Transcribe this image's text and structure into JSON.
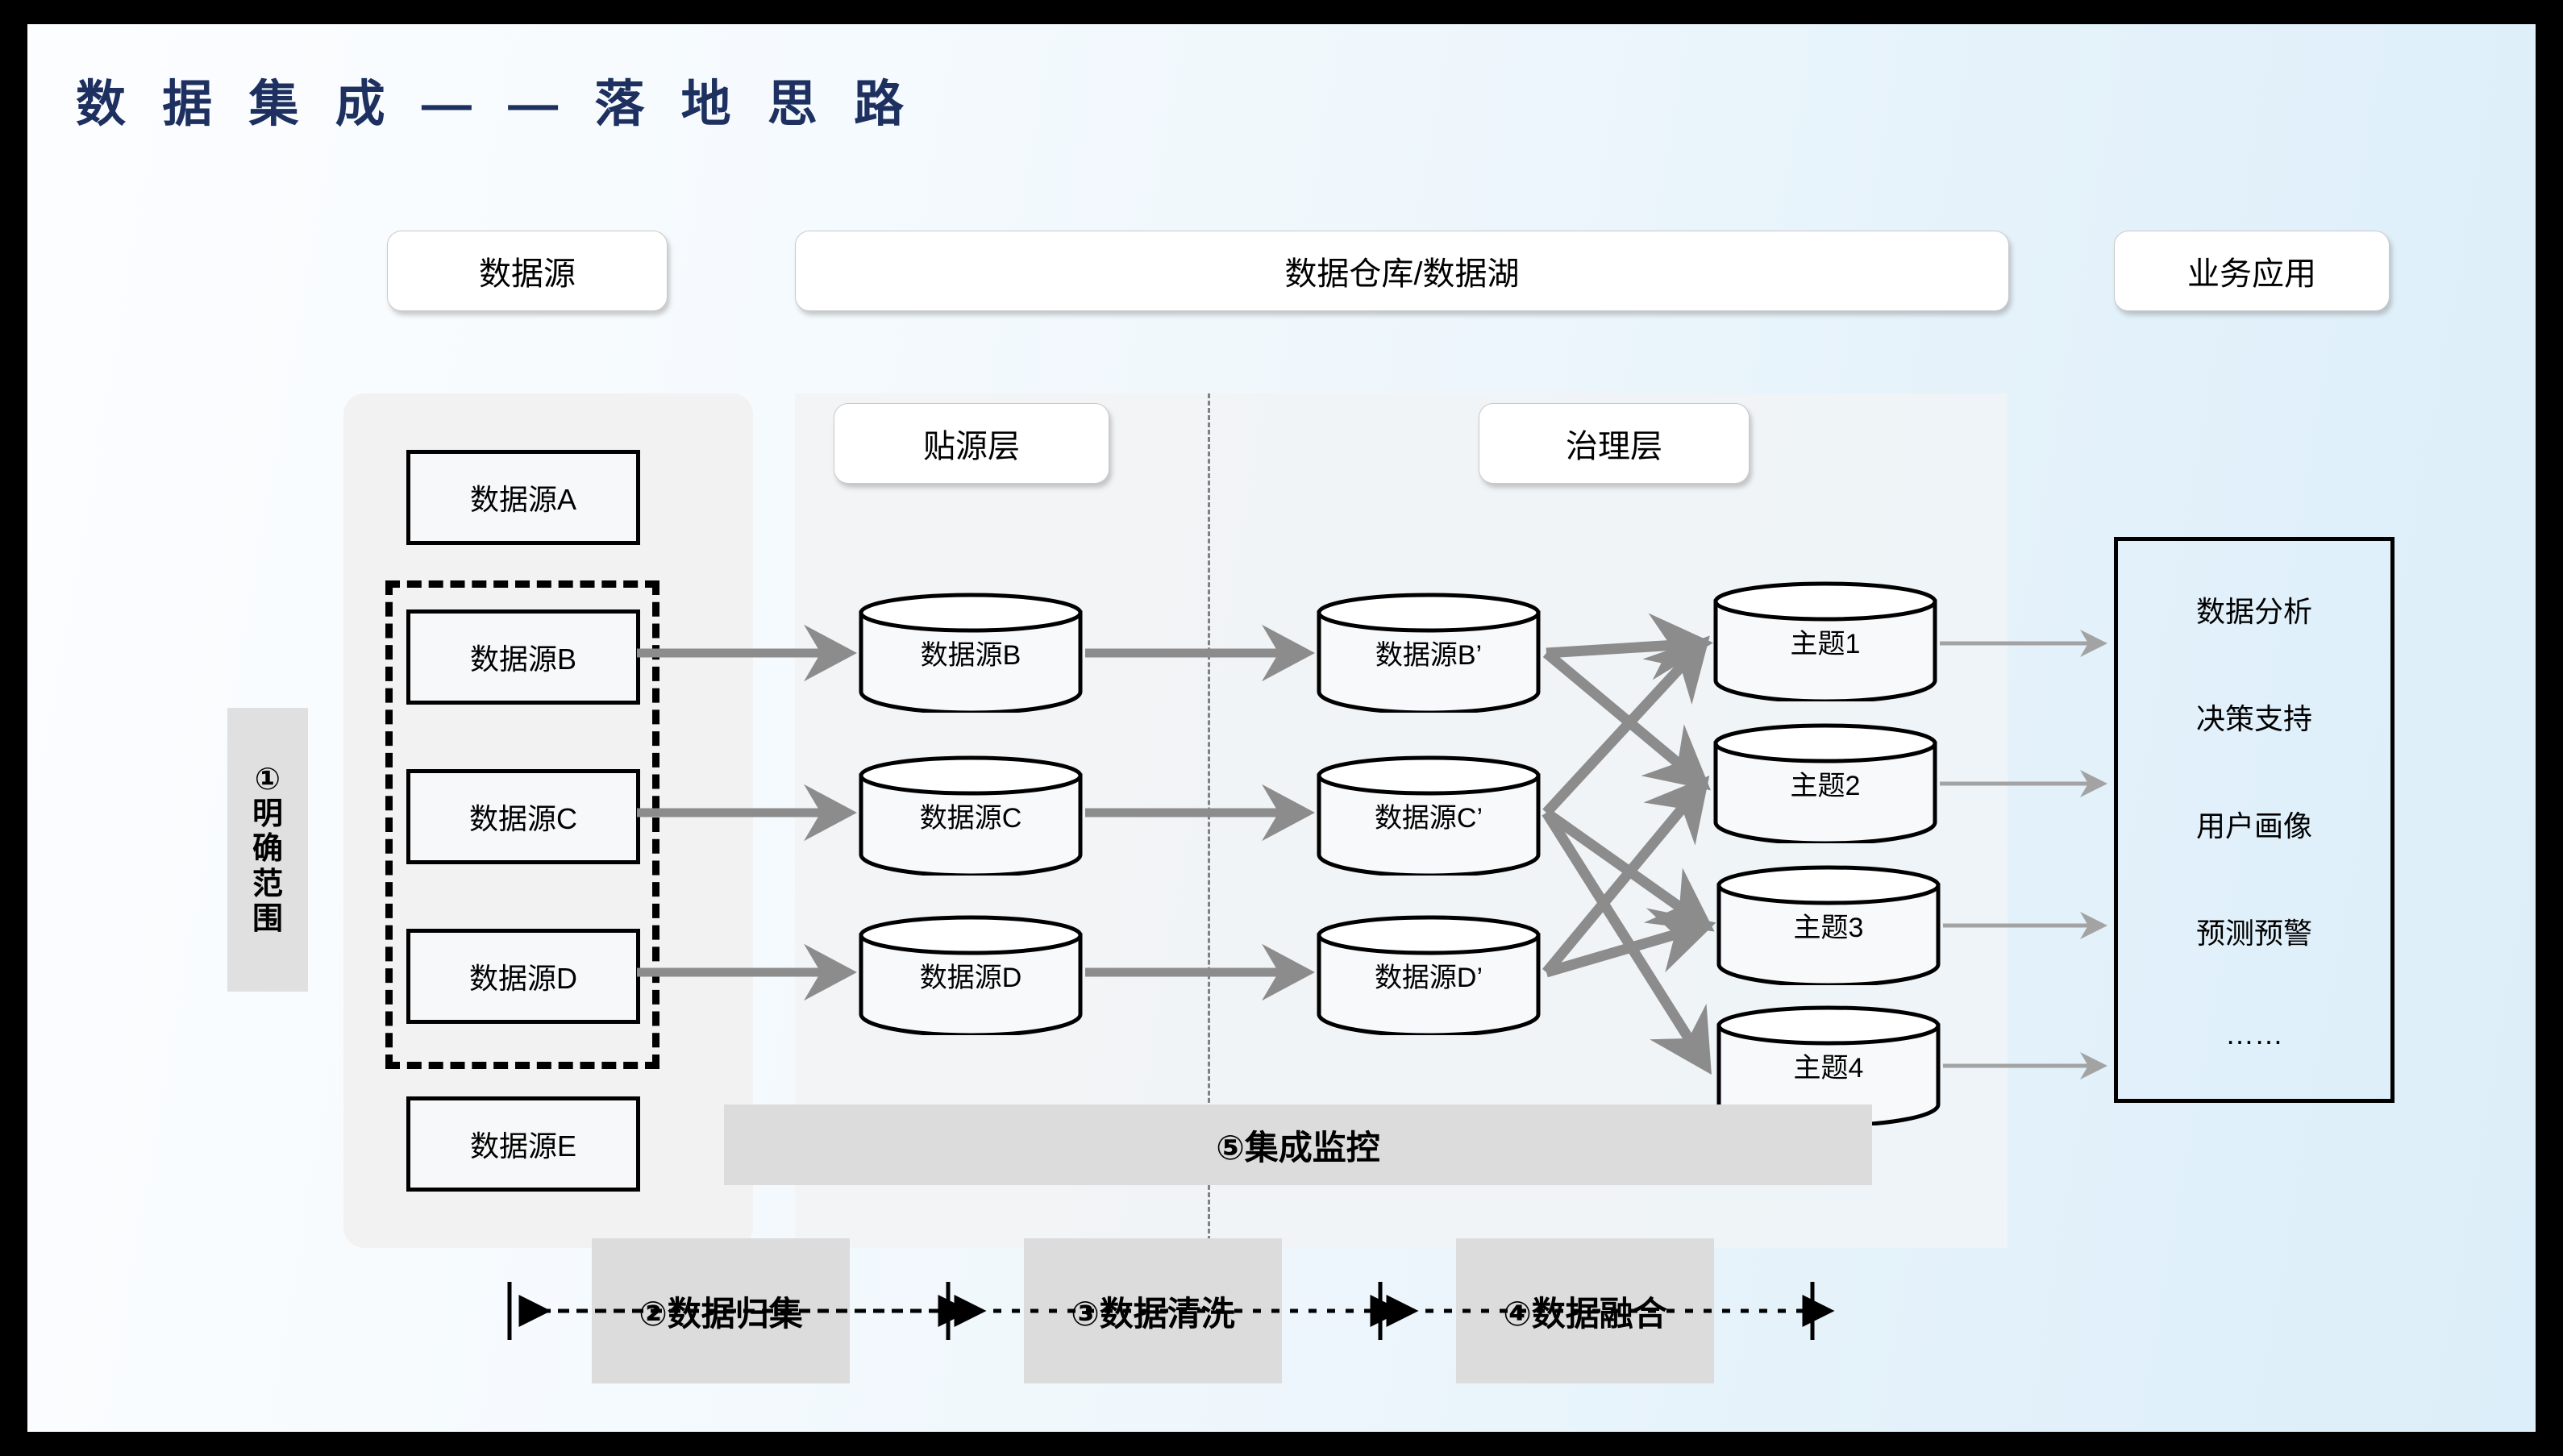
{
  "title": "数 据 集 成 — — 落 地 思 路",
  "title_color": "#1d3060",
  "header": {
    "source_label": "数据源",
    "warehouse_label": "数据仓库/数据湖",
    "application_label": "业务应用"
  },
  "layers": {
    "staging_label": "贴源层",
    "governance_label": "治理层"
  },
  "scope": {
    "number": "①",
    "chars": [
      "明",
      "确",
      "范",
      "围"
    ],
    "full": "①明确范围"
  },
  "sources": [
    {
      "label": "数据源A",
      "in_scope": false
    },
    {
      "label": "数据源B",
      "in_scope": true
    },
    {
      "label": "数据源C",
      "in_scope": true
    },
    {
      "label": "数据源D",
      "in_scope": true
    },
    {
      "label": "数据源E",
      "in_scope": false
    }
  ],
  "staging": [
    {
      "label": "数据源B"
    },
    {
      "label": "数据源C"
    },
    {
      "label": "数据源D"
    }
  ],
  "governance": [
    {
      "label": "数据源B’"
    },
    {
      "label": "数据源C’"
    },
    {
      "label": "数据源D’"
    }
  ],
  "topics": [
    {
      "label": "主题1"
    },
    {
      "label": "主题2"
    },
    {
      "label": "主题3"
    },
    {
      "label": "主题4"
    }
  ],
  "applications": [
    "数据分析",
    "决策支持",
    "用户画像",
    "预测预警",
    "……"
  ],
  "monitoring": {
    "label": "⑤集成监控"
  },
  "phases": [
    {
      "label": "②数据归集"
    },
    {
      "label": "③数据清洗"
    },
    {
      "label": "④数据融合"
    }
  ],
  "connections": {
    "source_to_staging": [
      [
        "数据源B",
        "数据源B"
      ],
      [
        "数据源C",
        "数据源C"
      ],
      [
        "数据源D",
        "数据源D"
      ]
    ],
    "staging_to_governance": [
      [
        "数据源B",
        "数据源B’"
      ],
      [
        "数据源C",
        "数据源C’"
      ],
      [
        "数据源D",
        "数据源D’"
      ]
    ],
    "governance_to_topic": [
      [
        "数据源B’",
        "主题1"
      ],
      [
        "数据源B’",
        "主题2"
      ],
      [
        "数据源C’",
        "主题1"
      ],
      [
        "数据源C’",
        "主题3"
      ],
      [
        "数据源C’",
        "主题4"
      ],
      [
        "数据源D’",
        "主题2"
      ],
      [
        "数据源D’",
        "主题3"
      ]
    ],
    "topic_to_application": [
      [
        "主题1"
      ],
      [
        "主题2"
      ],
      [
        "主题3"
      ],
      [
        "主题4"
      ]
    ]
  },
  "colors": {
    "title": "#1d3060",
    "arrow_gray": "#8c8c8c",
    "thin_arrow_gray": "#a9a9a9",
    "panel_gray": "#f2f2f2",
    "band_gray": "#dcdcdc",
    "stroke_black": "#000000",
    "background_left": "#fcfdff",
    "background_right": "#dceef9"
  }
}
